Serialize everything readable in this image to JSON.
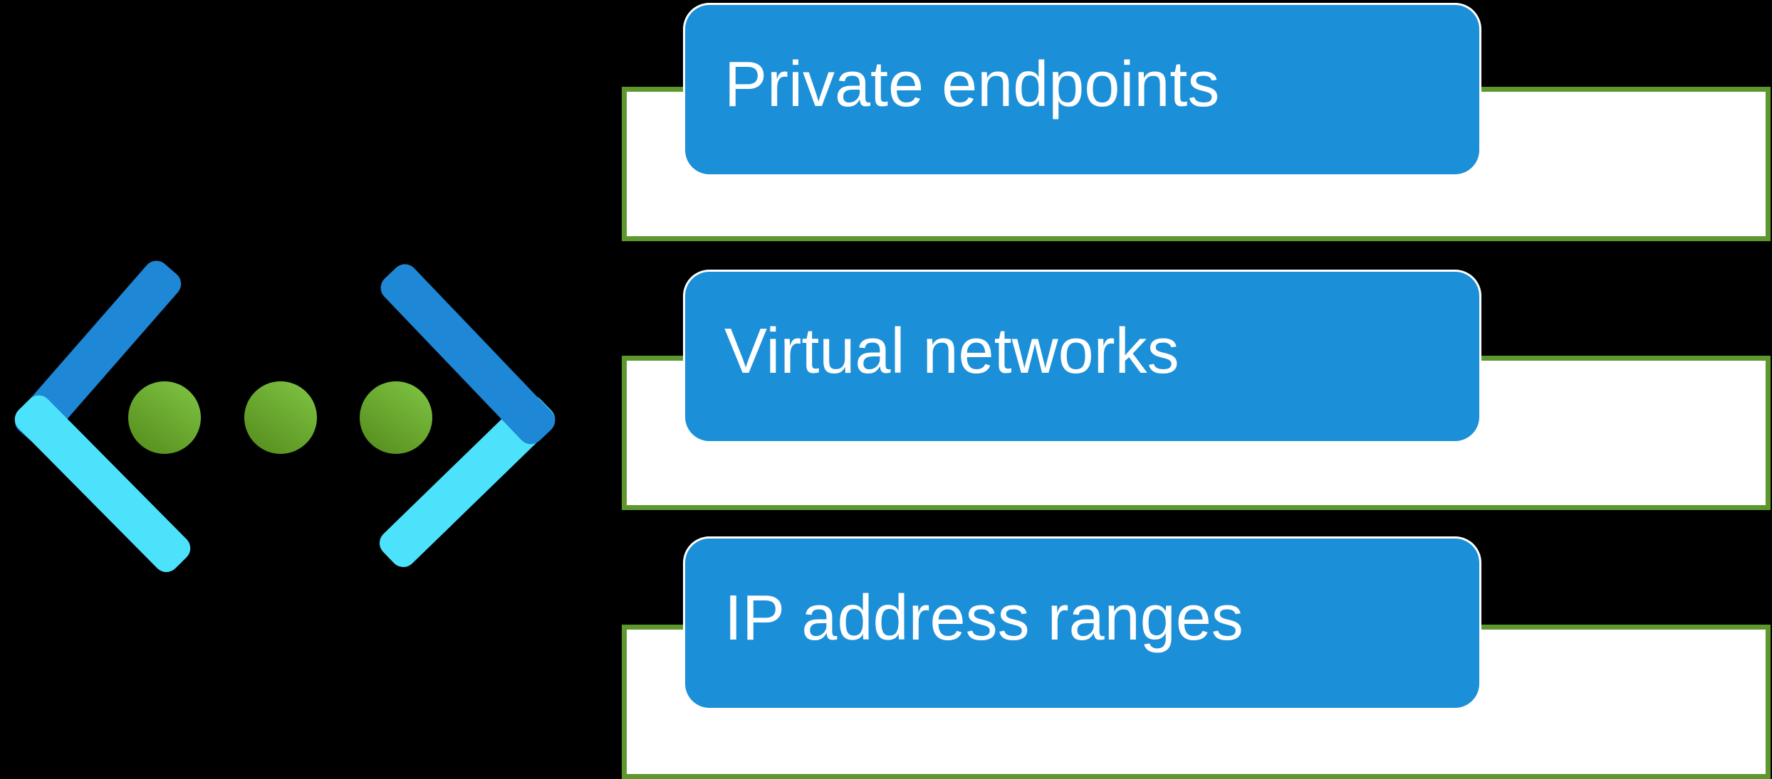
{
  "theme": {
    "background": "#000000",
    "box_blue": "#1b8fd7",
    "box_outline": "#ffffff",
    "bar_fill": "#ffffff",
    "bar_border_green": "#5e972e",
    "text_color": "#ffffff",
    "icon": {
      "bracket_blue": "#1e87d6",
      "bracket_cyan": "#4ce2fc",
      "dot_green_light": "#7dc242",
      "dot_green_dark": "#568e1d"
    }
  },
  "icon": {
    "name": "virtual-network-icon"
  },
  "rows": [
    {
      "label": "Private endpoints"
    },
    {
      "label": "Virtual networks"
    },
    {
      "label": "IP address ranges"
    }
  ]
}
